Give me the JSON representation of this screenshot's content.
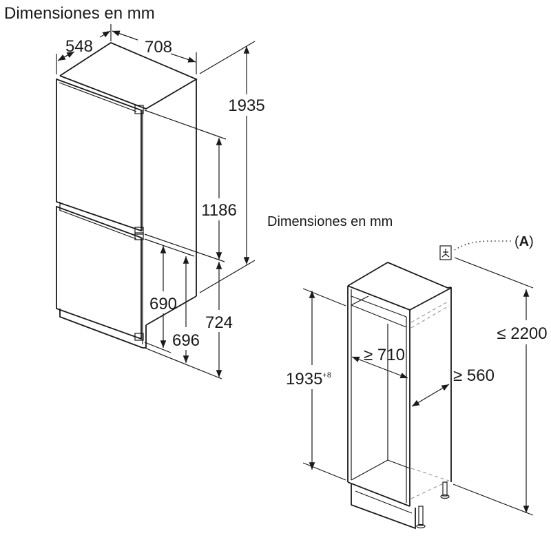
{
  "fridge_diagram": {
    "title": "Dimensiones en mm",
    "depth": "548",
    "width": "708",
    "total_height": "1935",
    "upper_height": "1186",
    "lower_height": "724",
    "lower_door_690": "690",
    "lower_door_696": "696"
  },
  "niche_diagram": {
    "title": "Dimensiones en mm",
    "niche_height": "1935",
    "niche_height_tolerance": "+8",
    "min_width": "≥ 710",
    "min_depth": "≥ 560",
    "max_height": "≤ 2200",
    "socket_label_prefix": "(",
    "socket_label": "A",
    "socket_label_suffix": ")"
  }
}
